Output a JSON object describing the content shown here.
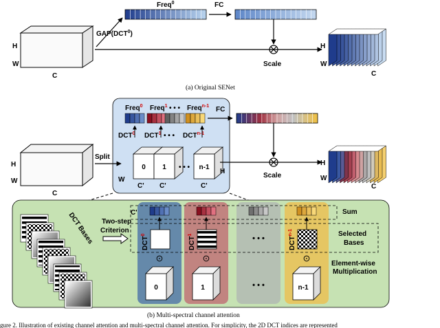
{
  "panel_a": {
    "caption": "(a)  Original SENet",
    "freq_label": "Freq",
    "freq_sup": "0",
    "fc_label": "FC",
    "gap_label": "GAP(DCT",
    "gap_sup": "0",
    "gap_close": ")",
    "h_label": "H",
    "w_label": "W",
    "c_label": "C",
    "scale_label": "Scale",
    "out_h": "H",
    "out_w": "W",
    "out_c": "C"
  },
  "panel_b": {
    "caption": "(b)  Multi-spectral channel attention",
    "split_label": "Split",
    "fc_label": "FC",
    "scale_label": "Scale",
    "h_label": "H",
    "w_label": "W",
    "c_label": "C",
    "out_h": "H",
    "out_w": "W",
    "out_c": "C",
    "freq_labels": [
      {
        "base": "Freq",
        "sup": "0"
      },
      {
        "base": "Freq",
        "sup": "1"
      },
      {
        "base": "• • •",
        "sup": ""
      },
      {
        "base": "Freq",
        "sup": "n-1"
      }
    ],
    "dct_labels": [
      {
        "base": "DCT",
        "sup": "0"
      },
      {
        "base": "DCT",
        "sup": "1"
      },
      {
        "base": "• • •",
        "sup": ""
      },
      {
        "base": "DCT",
        "sup": "n-1"
      }
    ],
    "group_labels": [
      "0",
      "1",
      "• • •",
      "n-1"
    ],
    "inner_h": "H",
    "inner_w": "W",
    "cprime_labels": [
      "C'",
      "C'",
      "C'"
    ]
  },
  "detail": {
    "dct_bases": "DCT Bases",
    "two_step_1": "Two-step",
    "two_step_2": "Criterion",
    "cprime": "C'",
    "col_dct": [
      {
        "base": "DCT",
        "sup": "0"
      },
      {
        "base": "DCT",
        "sup": "1"
      },
      {
        "base": "",
        "sup": ""
      },
      {
        "base": "DCT",
        "sup": "n-1"
      }
    ],
    "cube_labels": [
      "0",
      "1",
      "• • •",
      "n-1"
    ],
    "mid_dots": "• • •",
    "odot": "⊙",
    "sum_label": "Sum",
    "selected_1": "Selected",
    "selected_2": "Bases",
    "elementwise_1": "Element-wise",
    "elementwise_2": "Multiplication",
    "colors": {
      "col0": "#5a80a8",
      "col1": "#c07a7a",
      "col2": "#b3bdb3",
      "col3": "#e8c35a",
      "green": "#bfe0a8"
    }
  },
  "footer": {
    "text": "gure 2. Illustration of existing channel attention and multi-spectral channel attention. For simplicity, the 2D DCT indices are represented"
  }
}
